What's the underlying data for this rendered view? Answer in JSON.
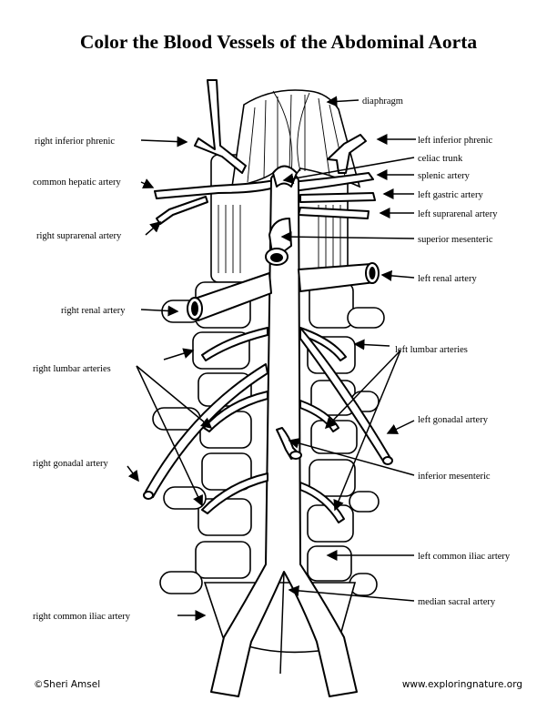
{
  "title": "Color the Blood Vessels of the Abdominal Aorta",
  "credit": "©Sheri Amsel",
  "website": "www.exploringnature.org",
  "labels": {
    "diaphragm": "diaphragm",
    "right_inferior_phrenic": "right inferior phrenic",
    "left_inferior_phrenic": "left inferior phrenic",
    "celiac_trunk": "celiac trunk",
    "common_hepatic_artery": "common hepatic artery",
    "splenic_artery": "splenic artery",
    "left_gastric_artery": "left gastric artery",
    "left_suprarenal_artery": "left suprarenal artery",
    "right_suprarenal_artery": "right suprarenal artery",
    "superior_mesenteric": "superior mesenteric",
    "left_renal_artery": "left renal artery",
    "right_renal_artery": "right renal artery",
    "right_lumbar_arteries": "right lumbar arteries",
    "left_lumbar_arteries": "left lumbar arteries",
    "left_gonadal_artery": "left gonadal artery",
    "right_gonadal_artery": "right gonadal artery",
    "inferior_mesenteric": "inferior mesenteric",
    "left_common_iliac_artery": "left common iliac artery",
    "median_sacral_artery": "median sacral artery",
    "right_common_iliac_artery": "right common iliac artery"
  }
}
